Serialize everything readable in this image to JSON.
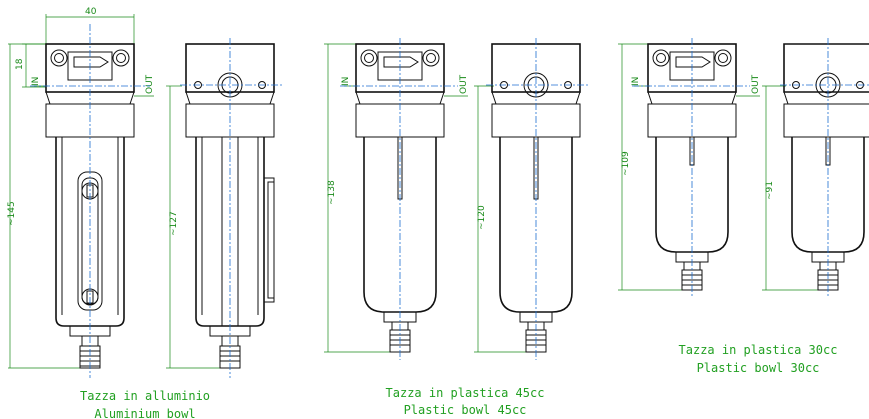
{
  "units": {
    "in": "IN",
    "out": "OUT"
  },
  "dims": {
    "width": "40",
    "top": "18",
    "h_al_front": "~145",
    "h_al_side": "~127",
    "h_45_front": "~138",
    "h_45_side": "~120",
    "h_30_front": "~109",
    "h_30_side": "~91"
  },
  "captions": {
    "aluminium_it": "Tazza in alluminio",
    "aluminium_en": "Aluminium bowl",
    "plastic45_it": "Tazza in plastica 45cc",
    "plastic45_en": "Plastic bowl 45cc",
    "plastic30_it": "Tazza in plastica 30cc",
    "plastic30_en": "Plastic bowl 30cc"
  },
  "colors": {
    "outline": "#111111",
    "dimension": "#1a8a1a",
    "axis": "#1f6fd1",
    "caption": "#22a022"
  }
}
